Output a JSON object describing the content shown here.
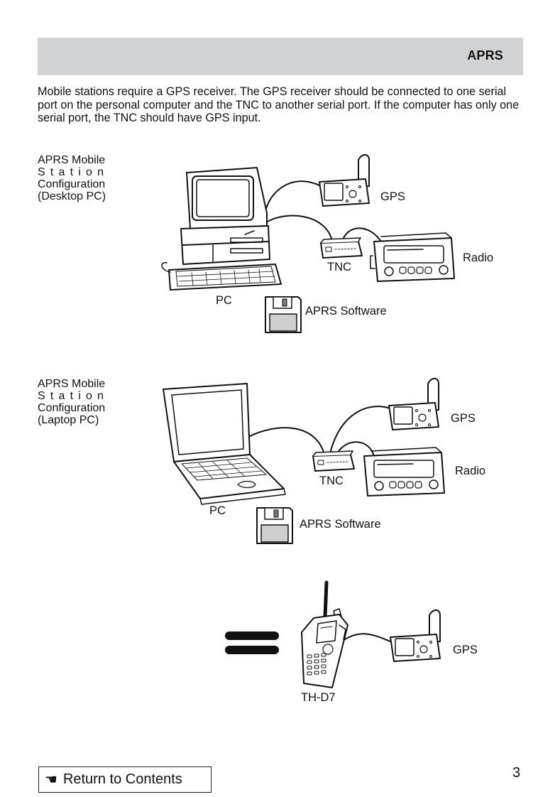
{
  "header": {
    "section_title": "APRS"
  },
  "intro_text": "Mobile stations require a GPS receiver. The GPS receiver should be connected to one serial port on the personal computer and the TNC to another serial port. If the computer has only one serial port, the TNC should have GPS input.",
  "figure_desktop": {
    "caption_line1": "APRS Mobile",
    "caption_line2": "Station",
    "caption_line3": "Configuration",
    "caption_line4": "(Desktop PC)",
    "label_gps": "GPS",
    "label_radio": "Radio",
    "label_tnc": "TNC",
    "label_pc": "PC",
    "label_software": "APRS Software"
  },
  "figure_laptop": {
    "caption_line1": "APRS Mobile",
    "caption_line2": "Station",
    "caption_line3": "Configuration",
    "caption_line4": "(Laptop PC)",
    "label_gps": "GPS",
    "label_radio": "Radio",
    "label_tnc": "TNC",
    "label_pc": "PC",
    "label_software": "APRS Software"
  },
  "figure_handheld": {
    "label_handheld": "TH-D7",
    "label_gps": "GPS"
  },
  "footer": {
    "return_label": "Return to Contents",
    "hand_icon": "pointing-hand-icon",
    "page_number": "3"
  }
}
